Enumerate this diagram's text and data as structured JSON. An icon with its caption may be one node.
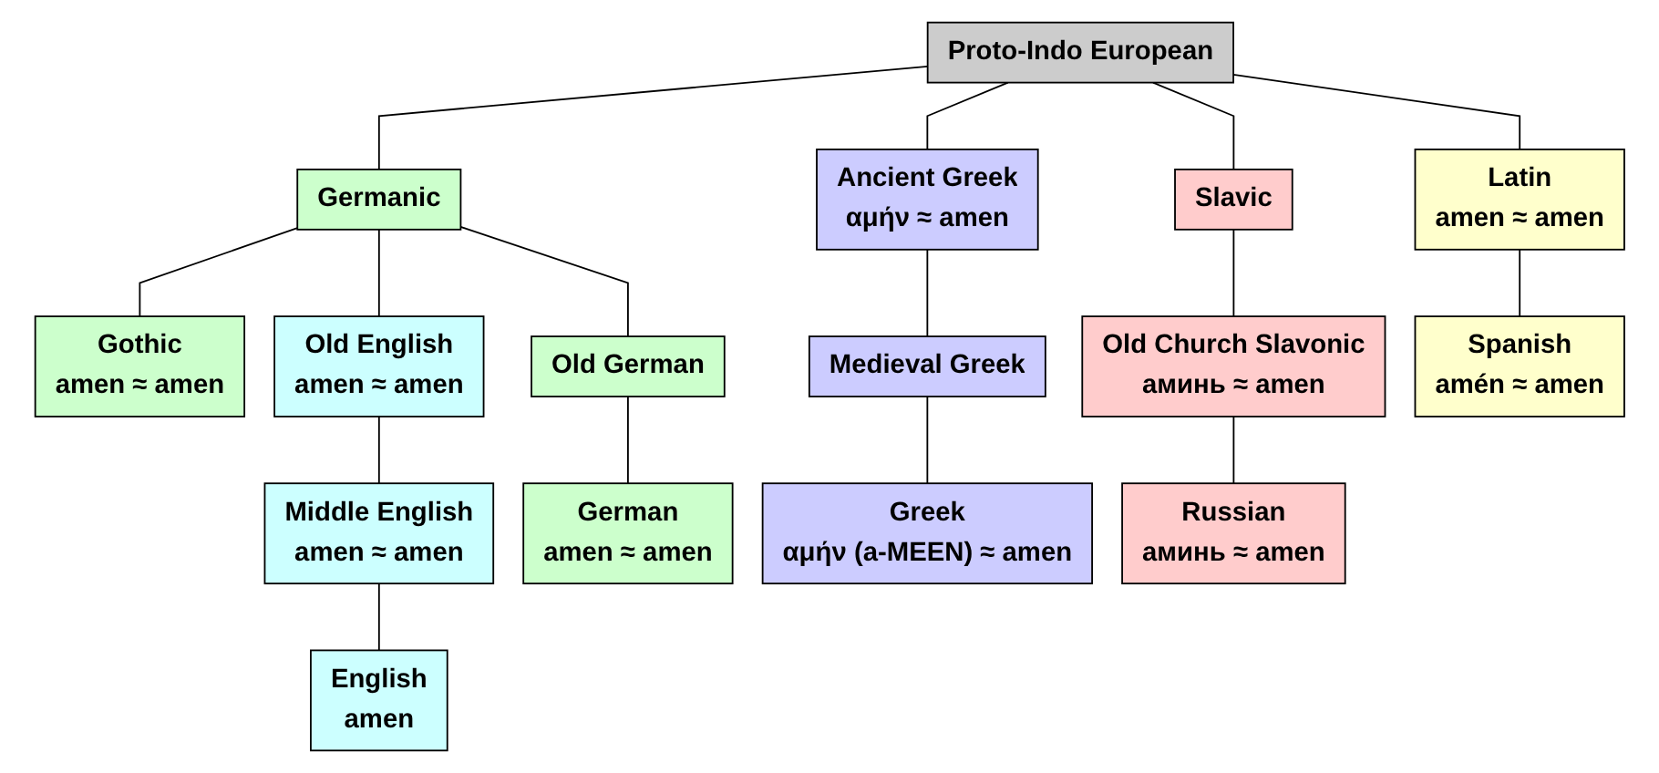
{
  "diagram": {
    "nodes": [
      {
        "text": [
          "Proto-Indo European"
        ]
      },
      {
        "text": [
          "Germanic"
        ]
      },
      {
        "text": [
          "Latin",
          "amen ≈ amen"
        ]
      },
      {
        "text": [
          "Ancient Greek",
          "αμήν ≈ amen"
        ]
      },
      {
        "text": [
          "Slavic"
        ]
      },
      {
        "text": [
          "Gothic",
          "amen ≈ amen"
        ]
      },
      {
        "text": [
          "Old German"
        ]
      },
      {
        "text": [
          "Old English",
          "amen ≈ amen"
        ]
      },
      {
        "text": [
          "Old Church Slavonic",
          "аминь ≈ amen"
        ]
      },
      {
        "text": [
          "Medieval Greek"
        ]
      },
      {
        "text": [
          "Middle English",
          "amen ≈ amen"
        ]
      },
      {
        "text": [
          "German",
          "amen ≈ amen"
        ]
      },
      {
        "text": [
          "English",
          "amen"
        ]
      },
      {
        "text": [
          "Spanish",
          "amén ≈ amen"
        ]
      },
      {
        "text": [
          "Greek",
          "αμήν (a-MEEN) ≈ amen"
        ]
      },
      {
        "text": [
          "Russian",
          "аминь ≈ amen"
        ]
      }
    ],
    "edges": [
      {
        "from": 0,
        "to": 1,
        "arrow": "none"
      },
      {
        "from": 0,
        "to": 2,
        "arrow": "none"
      },
      {
        "from": 0,
        "to": 3,
        "arrow": "none"
      },
      {
        "from": 0,
        "to": 4,
        "arrow": "none"
      },
      {
        "from": 1,
        "to": 5,
        "arrow": "none"
      },
      {
        "from": 1,
        "to": 6,
        "arrow": "none"
      },
      {
        "from": 1,
        "to": 7,
        "arrow": "none"
      },
      {
        "from": 4,
        "to": 8,
        "arrow": "none"
      },
      {
        "from": 3,
        "to": 9,
        "arrow": "none"
      },
      {
        "from": 7,
        "to": 10,
        "arrow": "none"
      },
      {
        "from": 6,
        "to": 11,
        "arrow": "none"
      },
      {
        "from": 10,
        "to": 12,
        "arrow": "none"
      },
      {
        "from": 2,
        "to": 13,
        "arrow": "none"
      },
      {
        "from": 9,
        "to": 14,
        "arrow": "none"
      },
      {
        "from": 8,
        "to": 15,
        "arrow": "none"
      }
    ]
  }
}
